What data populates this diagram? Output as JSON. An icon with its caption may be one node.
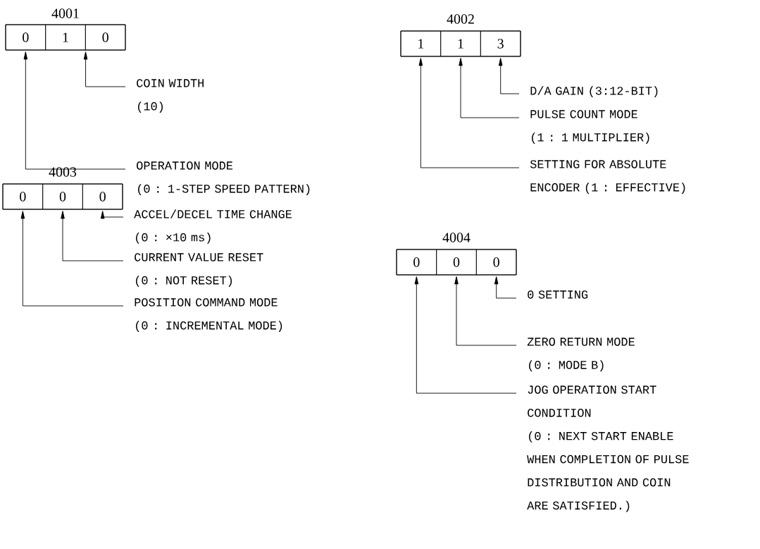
{
  "diagram": {
    "nodes": [
      {
        "text": [
          "4001"
        ]
      },
      {
        "text": [
          "0"
        ],
        "in": 0
      },
      {
        "text": [
          "1"
        ],
        "in": 0
      },
      {
        "text": [
          "0"
        ],
        "in": 0
      },
      {
        "text": [
          "COIN WIDTH",
          "(10)"
        ]
      },
      {
        "text": [
          "OPERATION MODE",
          "(0 : 1-STEP SPEED PATTERN)"
        ]
      },
      {
        "text": [
          "4002"
        ]
      },
      {
        "text": [
          "1"
        ],
        "in": 6
      },
      {
        "text": [
          "1"
        ],
        "in": 6
      },
      {
        "text": [
          "3"
        ],
        "in": 6
      },
      {
        "text": [
          "D/A GAIN (3:12-BIT)"
        ]
      },
      {
        "text": [
          "PULSE COUNT MODE",
          "(1 : 1 MULTIPLIER)"
        ]
      },
      {
        "text": [
          "SETTING FOR ABSOLUTE ENCODER (1 : EFFECTIVE)"
        ]
      },
      {
        "text": [
          "4003"
        ]
      },
      {
        "text": [
          "0"
        ],
        "in": 13
      },
      {
        "text": [
          "0"
        ],
        "in": 13
      },
      {
        "text": [
          "0"
        ],
        "in": 13
      },
      {
        "text": [
          "ACCEL/DECEL TIME CHANGE",
          "(0 : ×10 ms)"
        ]
      },
      {
        "text": [
          "CURRENT VALUE RESET",
          "(0 : NOT RESET)"
        ]
      },
      {
        "text": [
          "POSITION COMMAND MODE",
          "(0 : INCREMENTAL MODE)"
        ]
      },
      {
        "text": [
          "4004"
        ]
      },
      {
        "text": [
          "0"
        ],
        "in": 20
      },
      {
        "text": [
          "0"
        ],
        "in": 20
      },
      {
        "text": [
          "0"
        ],
        "in": 20
      },
      {
        "text": [
          "0 SETTING"
        ]
      },
      {
        "text": [
          "ZERO RETURN MODE",
          "(0 : MODE B)"
        ]
      },
      {
        "text": [
          "JOG OPERATION START CONDITION",
          "(0 : NEXT START ENABLE WHEN COMPLETION OF PULSE DISTRIBUTION AND COIN ARE SATISFIED.)"
        ]
      }
    ],
    "edges": [
      {
        "from": 4,
        "to": 0,
        "arrow": "to"
      },
      {
        "from": 5,
        "to": 1,
        "arrow": "to"
      },
      {
        "from": 10,
        "to": 9,
        "arrow": "to"
      },
      {
        "from": 11,
        "to": 8,
        "arrow": "to"
      },
      {
        "from": 12,
        "to": 7,
        "arrow": "to"
      },
      {
        "from": 17,
        "to": 16,
        "arrow": "to"
      },
      {
        "from": 18,
        "to": 15,
        "arrow": "to"
      },
      {
        "from": 19,
        "to": 14,
        "arrow": "to"
      },
      {
        "from": 24,
        "to": 23,
        "arrow": "to"
      },
      {
        "from": 25,
        "to": 22,
        "arrow": "to"
      },
      {
        "from": 26,
        "to": 21,
        "arrow": "to"
      }
    ]
  }
}
